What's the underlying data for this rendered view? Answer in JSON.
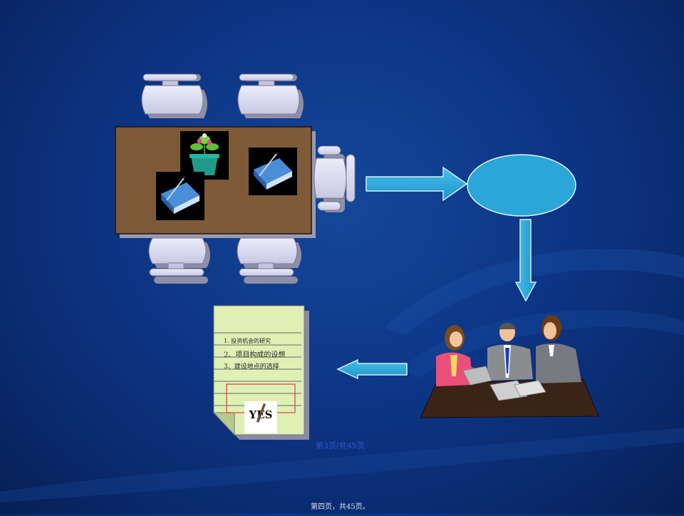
{
  "document": {
    "items": [
      "1. 投资机会的研究",
      "2、项目构成的设想",
      "3、建设地点的选择"
    ],
    "stamp": "YES"
  },
  "pager": "第3页/共45页",
  "footer": "第四页，共45页。",
  "colors": {
    "background": "#0d3585",
    "table": "#7f5a38",
    "arrow": "#2aa6d8",
    "ellipse": "#2aa6d8",
    "paper": "#dff0b4",
    "chair": "#dcdcf0"
  }
}
